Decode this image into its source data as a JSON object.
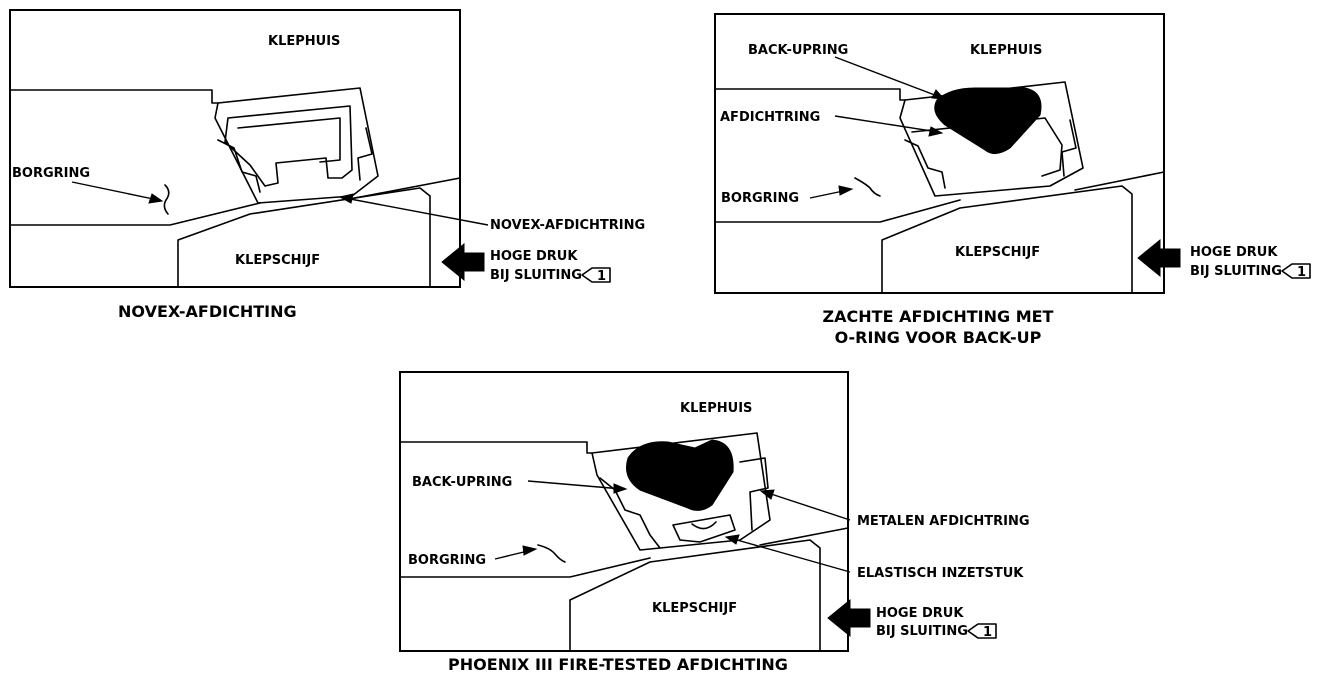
{
  "diagrams": [
    {
      "caption": "NOVEX-AFDICHTING",
      "labels": {
        "body": "KLEPHUIS",
        "retainer": "BORGRING",
        "disc": "KLEPSCHIJF",
        "seal_ring": "NOVEX-AFDICHTRING",
        "pressure_line1": "HOGE DRUK",
        "pressure_line2": "BIJ SLUITING",
        "note_marker": "1"
      }
    },
    {
      "caption_line1": "ZACHTE AFDICHTING MET",
      "caption_line2": "O-RING VOOR BACK-UP",
      "labels": {
        "body": "KLEPHUIS",
        "backup_ring": "BACK-UPRING",
        "seal_ring": "AFDICHTRING",
        "retainer": "BORGRING",
        "disc": "KLEPSCHIJF",
        "pressure_line1": "HOGE DRUK",
        "pressure_line2": "BIJ SLUITING",
        "note_marker": "1"
      }
    },
    {
      "caption": "PHOENIX III FIRE-TESTED AFDICHTING",
      "labels": {
        "body": "KLEPHUIS",
        "backup_ring": "BACK-UPRING",
        "metal_seal_ring": "METALEN AFDICHTRING",
        "retainer": "BORGRING",
        "insert": "ELASTISCH INZETSTUK",
        "disc": "KLEPSCHIJF",
        "pressure_line1": "HOGE DRUK",
        "pressure_line2": "BIJ SLUITING",
        "note_marker": "1"
      }
    }
  ]
}
